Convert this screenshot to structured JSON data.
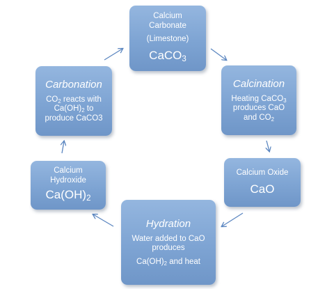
{
  "nodes": {
    "calcium_carbonate": {
      "line1": "Calcium",
      "line2": "Carbonate",
      "line3": "(Limestone)",
      "formula_base": "CaCO",
      "formula_sub": "3"
    },
    "calcination": {
      "title": "Calcination",
      "desc1_pre": "Heating CaCO",
      "desc1_sub": "3",
      "desc2": "produces CaO",
      "desc3_pre": "and  CO",
      "desc3_sub": "2"
    },
    "calcium_oxide": {
      "line1": "Calcium Oxide",
      "formula": "CaO"
    },
    "hydration": {
      "title": "Hydration",
      "desc1": "Water added to CaO",
      "desc2": "produces",
      "desc3_pre": "Ca(OH)",
      "desc3_sub": "2",
      "desc3_post": " and heat"
    },
    "calcium_hydroxide": {
      "line1": "Calcium",
      "line2": "Hydroxide",
      "formula_pre": "Ca(OH)",
      "formula_sub": "2"
    },
    "carbonation": {
      "title": "Carbonation",
      "d1_pre": "CO",
      "d1_sub": "2",
      "d1_post": " reacts with",
      "d2_pre": "Ca(OH)",
      "d2_sub": "2",
      "d2_post": "  to",
      "d3": "produce  CaCO3"
    }
  },
  "colors": {
    "box_fill": "#7ea4d3",
    "arrow": "#5b86c0",
    "text": "#ffffff"
  }
}
